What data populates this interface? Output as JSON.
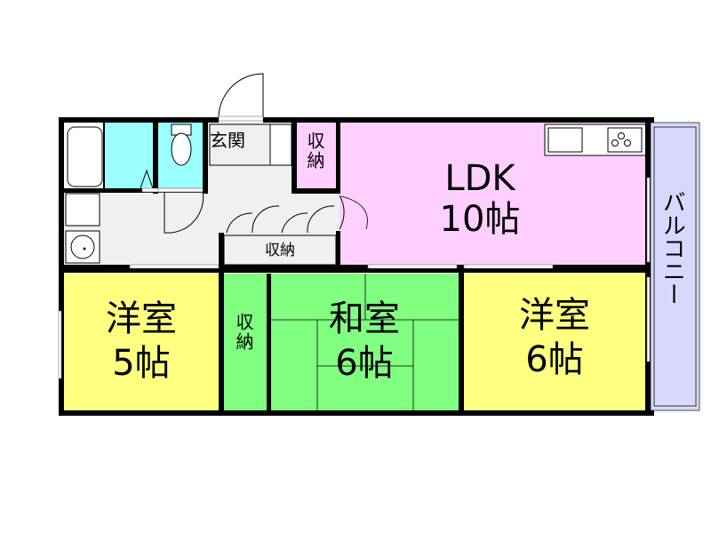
{
  "plan": {
    "colors": {
      "wall": "#000000",
      "wet_area": "#99ffff",
      "hall": "#f0f0f0",
      "ldk": "#ffd0ff",
      "western_room": "#ffff80",
      "japanese_room": "#80ff80",
      "balcony": "#d8d8ff",
      "storage_pink": "#ffd0ff"
    },
    "rooms": {
      "entrance": {
        "label": "玄関"
      },
      "storage_top": {
        "label": "収納"
      },
      "ldk": {
        "name": "LDK",
        "size": "10帖"
      },
      "storage_hall": {
        "label": "収納"
      },
      "western_5": {
        "name": "洋室",
        "size": "5帖"
      },
      "storage_closet": {
        "label": "収納"
      },
      "japanese_6": {
        "name": "和室",
        "size": "6帖"
      },
      "western_6": {
        "name": "洋室",
        "size": "6帖"
      },
      "balcony": {
        "label": "バルコニー"
      }
    }
  }
}
